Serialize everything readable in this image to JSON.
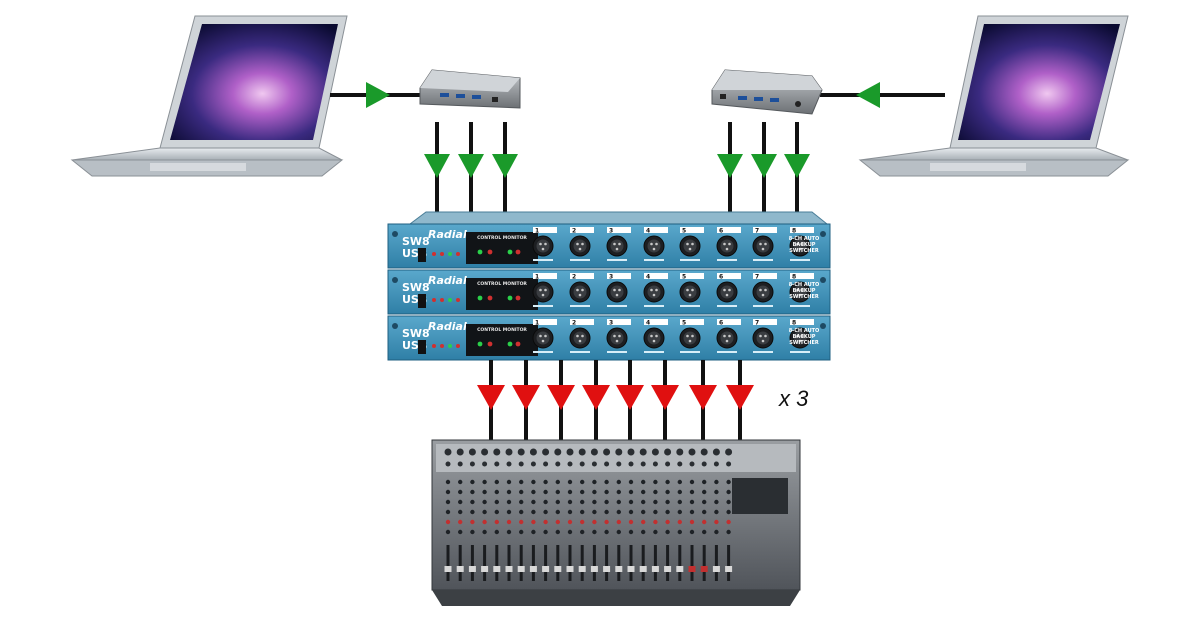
{
  "multiplier": "x 3",
  "rack": {
    "brand": "Radial",
    "model_line1": "SW8",
    "model_line2": "USB",
    "section_label": "CONTROL MONITOR",
    "channel_numbers": [
      "1",
      "2",
      "3",
      "4",
      "5",
      "6",
      "7",
      "8"
    ],
    "side_label_line1": "8-CH AUTO",
    "side_label_line2": "BACKUP",
    "side_label_line3": "SWITCHER",
    "units": 3
  },
  "colors": {
    "input_arrow": "#1a9a2a",
    "output_arrow": "#e01010",
    "rack_face": "#3f8fb5",
    "cable": "#111111"
  },
  "icons": [
    "laptop-icon",
    "usb-hub-icon",
    "audio-mixer-icon",
    "xlr-connector-icon"
  ]
}
